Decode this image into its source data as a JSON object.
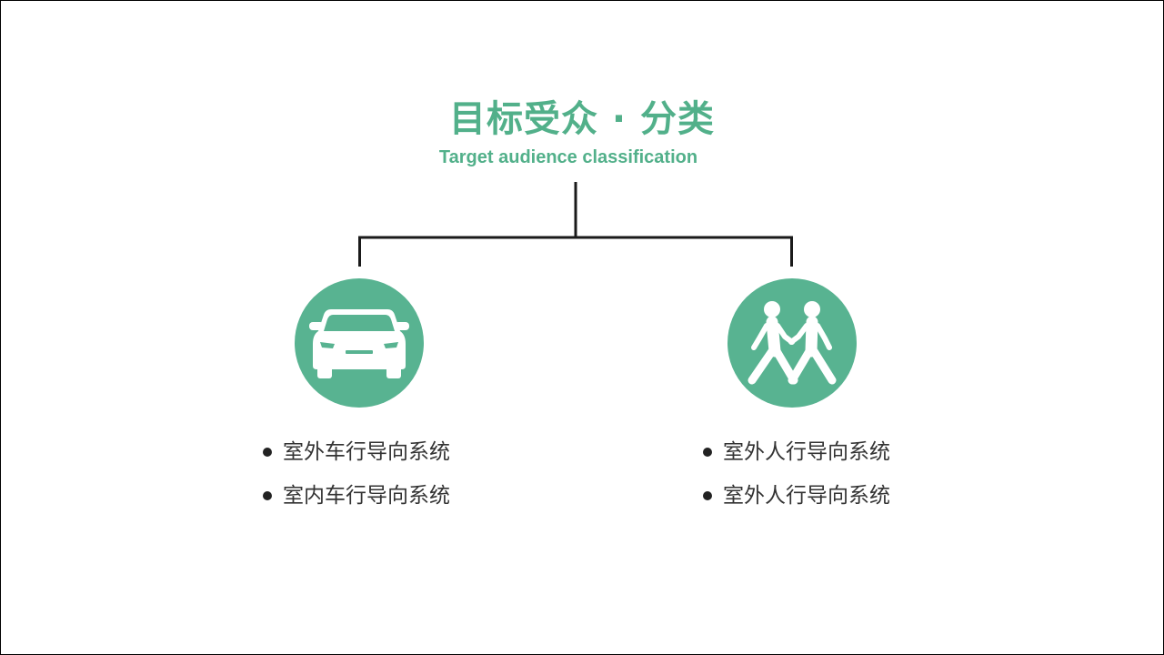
{
  "header": {
    "title": "目标受众 · 分类",
    "subtitle": "Target audience classification"
  },
  "colors": {
    "accent": "#52b08a",
    "circle": "#58b391",
    "line": "#1a1a1a",
    "text": "#333333"
  },
  "branches": [
    {
      "icon": "car-icon",
      "items": [
        "室外车行导向系统",
        "室内车行导向系统"
      ]
    },
    {
      "icon": "pedestrians-icon",
      "items": [
        "室外人行导向系统",
        "室外人行导向系统"
      ]
    }
  ]
}
